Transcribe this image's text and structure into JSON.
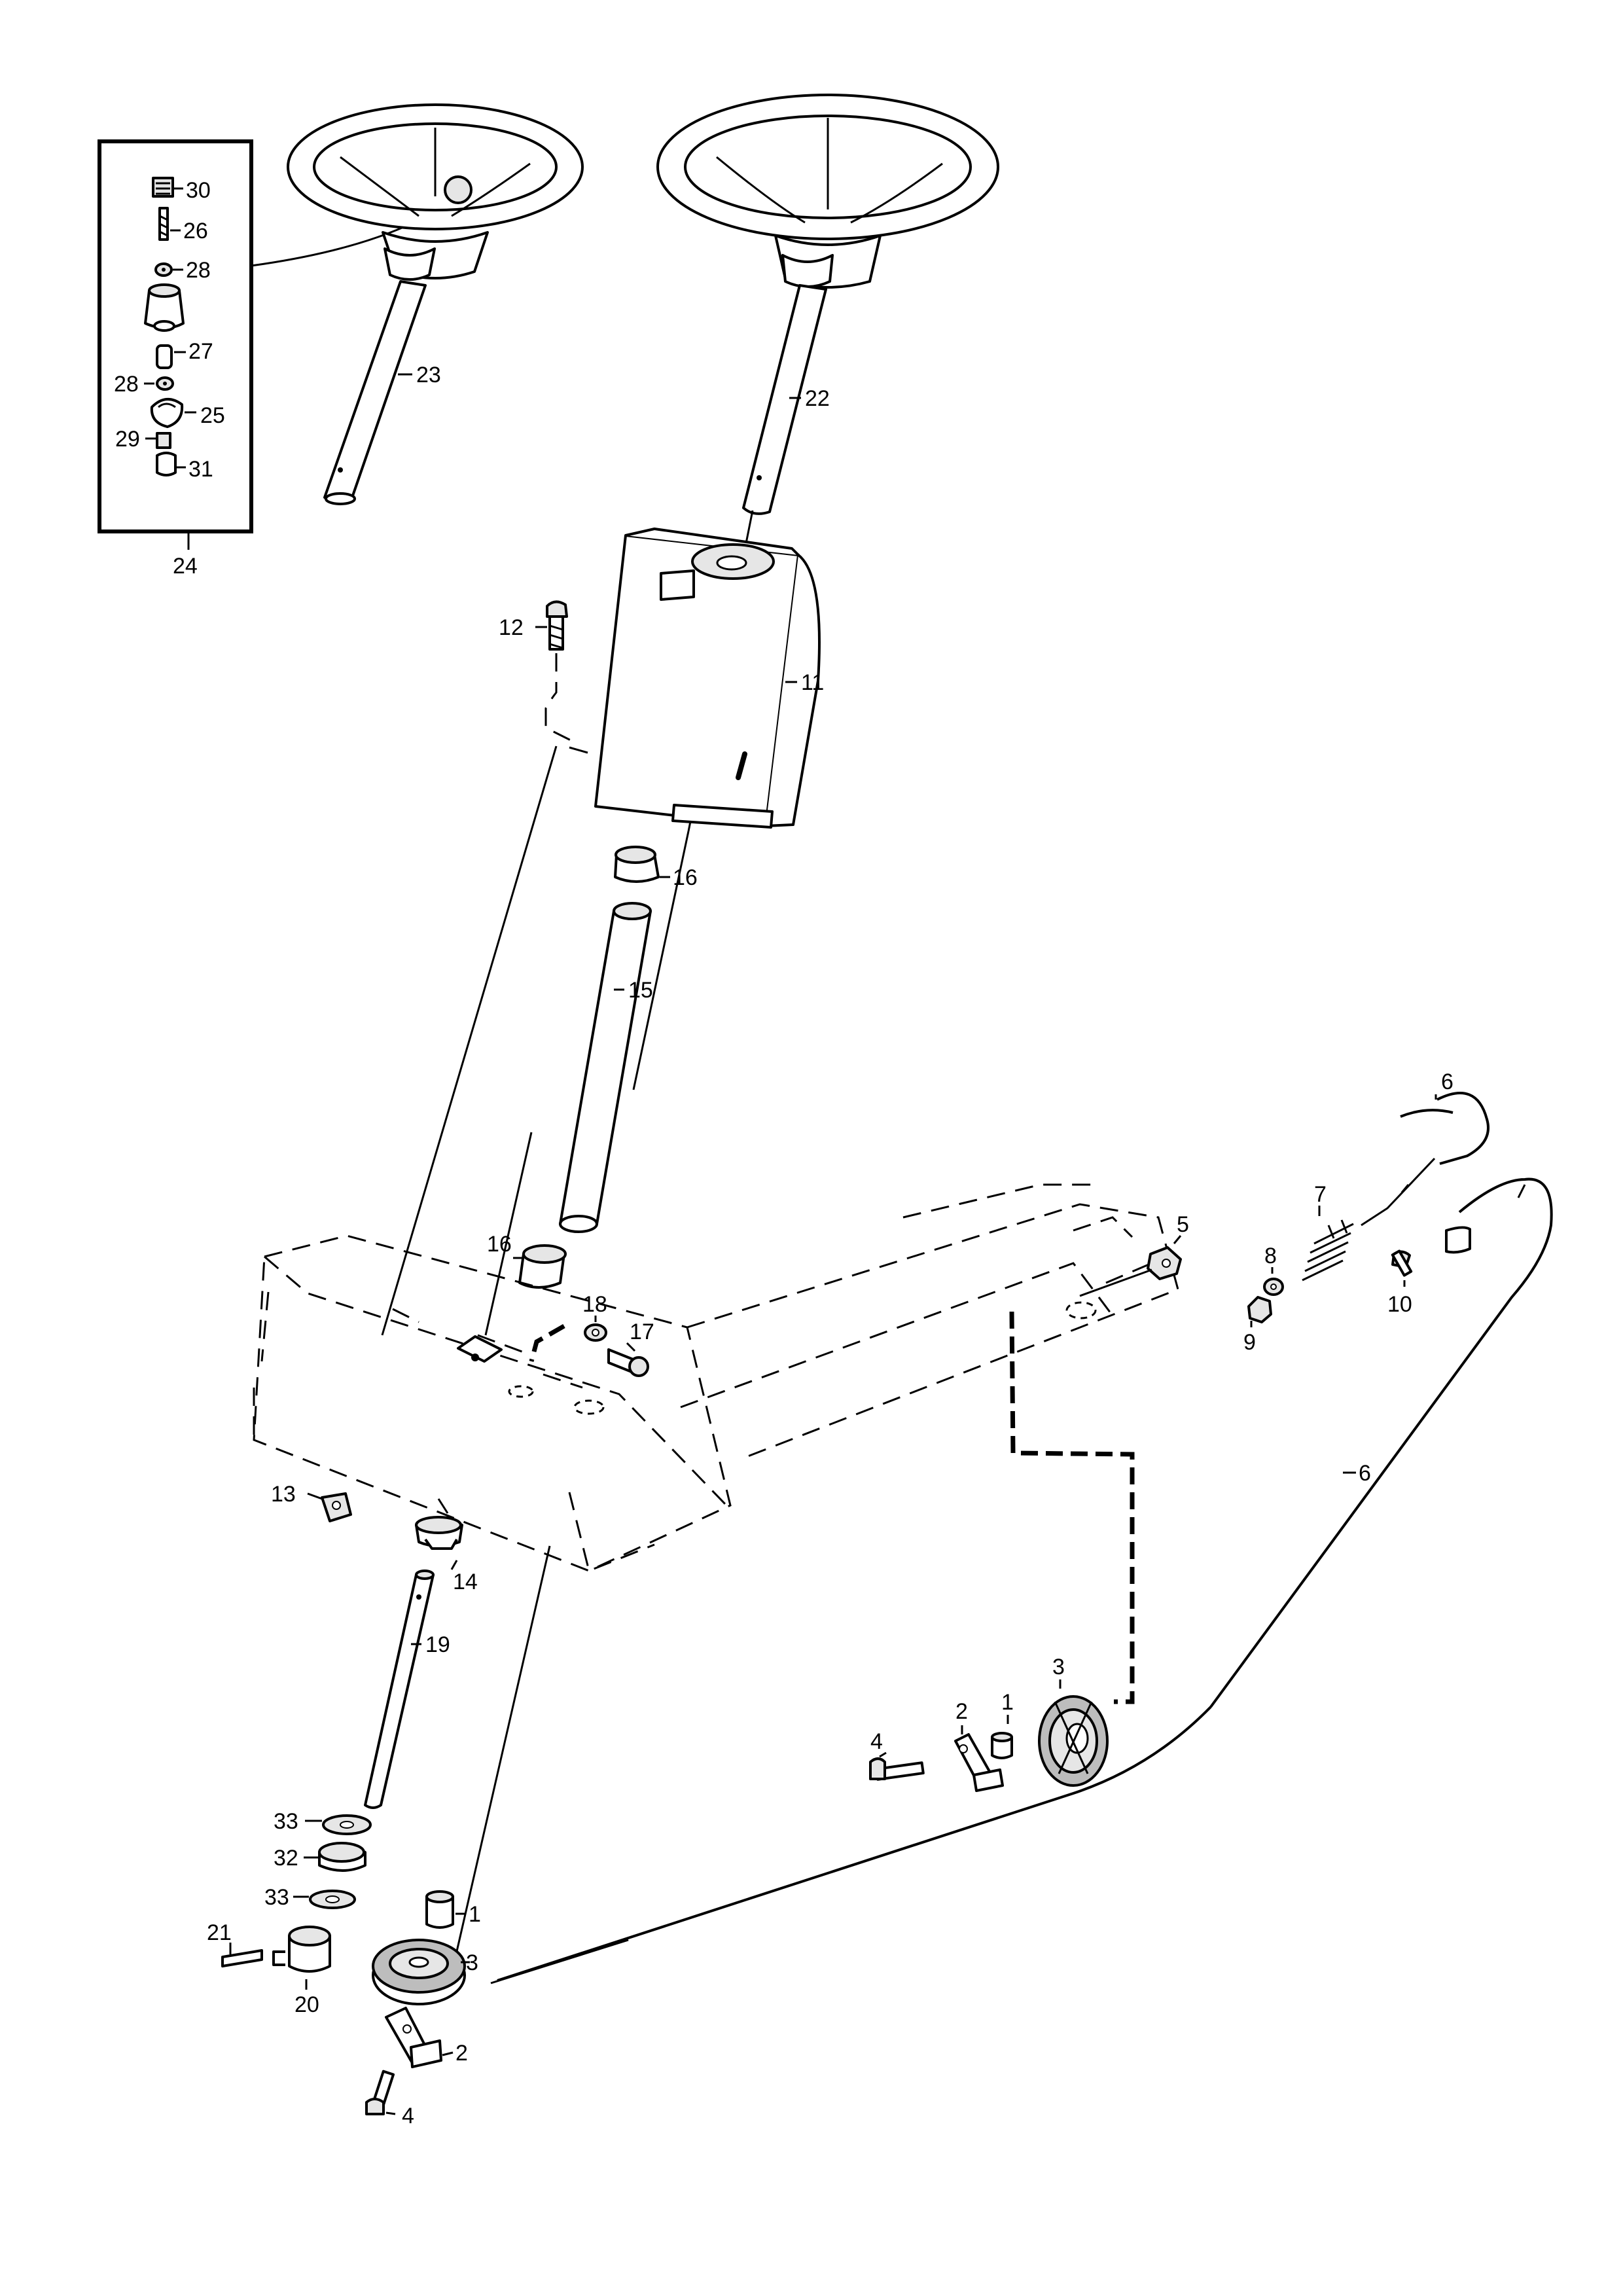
{
  "labels": {
    "p30": "30",
    "p26": "26",
    "p28a": "28",
    "p27": "27",
    "p28b": "28",
    "p25": "25",
    "p29": "29",
    "p31": "31",
    "p24": "24",
    "p23": "23",
    "p22": "22",
    "p12": "12",
    "p11": "11",
    "p16a": "16",
    "p15": "15",
    "p16b": "16",
    "p18": "18",
    "p17": "17",
    "p13": "13",
    "p14": "14",
    "p19": "19",
    "p33a": "33",
    "p32": "32",
    "p33b": "33",
    "p21": "21",
    "p20": "20",
    "p1a": "1",
    "p3a": "3",
    "p2a": "2",
    "p4a": "4",
    "p5": "5",
    "p6a": "6",
    "p7": "7",
    "p8": "8",
    "p9": "9",
    "p10": "10",
    "p6b": "6",
    "p4b": "4",
    "p2b": "2",
    "p1b": "1",
    "p3b": "3"
  }
}
